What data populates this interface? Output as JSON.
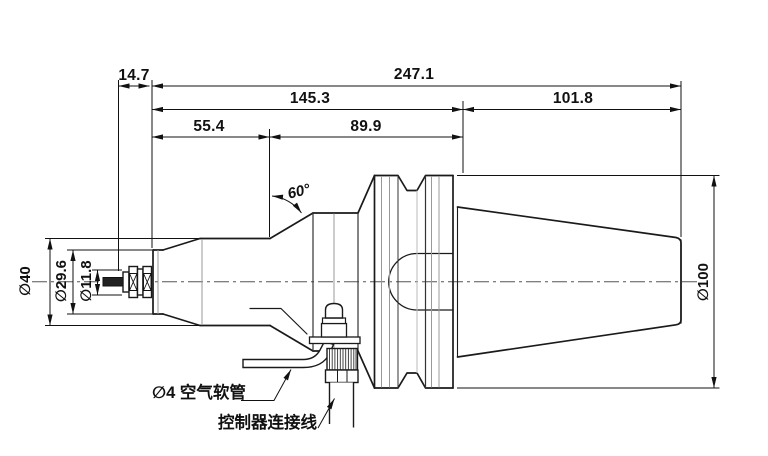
{
  "drawing": {
    "type": "engineering-dimension-drawing",
    "units": "mm",
    "dims": {
      "front_offset": "14.7",
      "overall_length": "247.1",
      "body_length": "145.3",
      "taper_length": "101.8",
      "nose_length": "55.4",
      "mid_length": "89.9",
      "cone_angle": "60°",
      "dia_body": "∅40",
      "dia_nose": "∅29.6",
      "dia_collet": "∅11.8",
      "dia_flange": "∅100"
    },
    "callouts": {
      "air_hose": "∅4 空气软管",
      "controller_cable": "控制器连接线"
    },
    "colors": {
      "line": "#1a1a1a",
      "dim_line": "#111111",
      "shade_line": "#999999",
      "background": "#ffffff"
    }
  }
}
